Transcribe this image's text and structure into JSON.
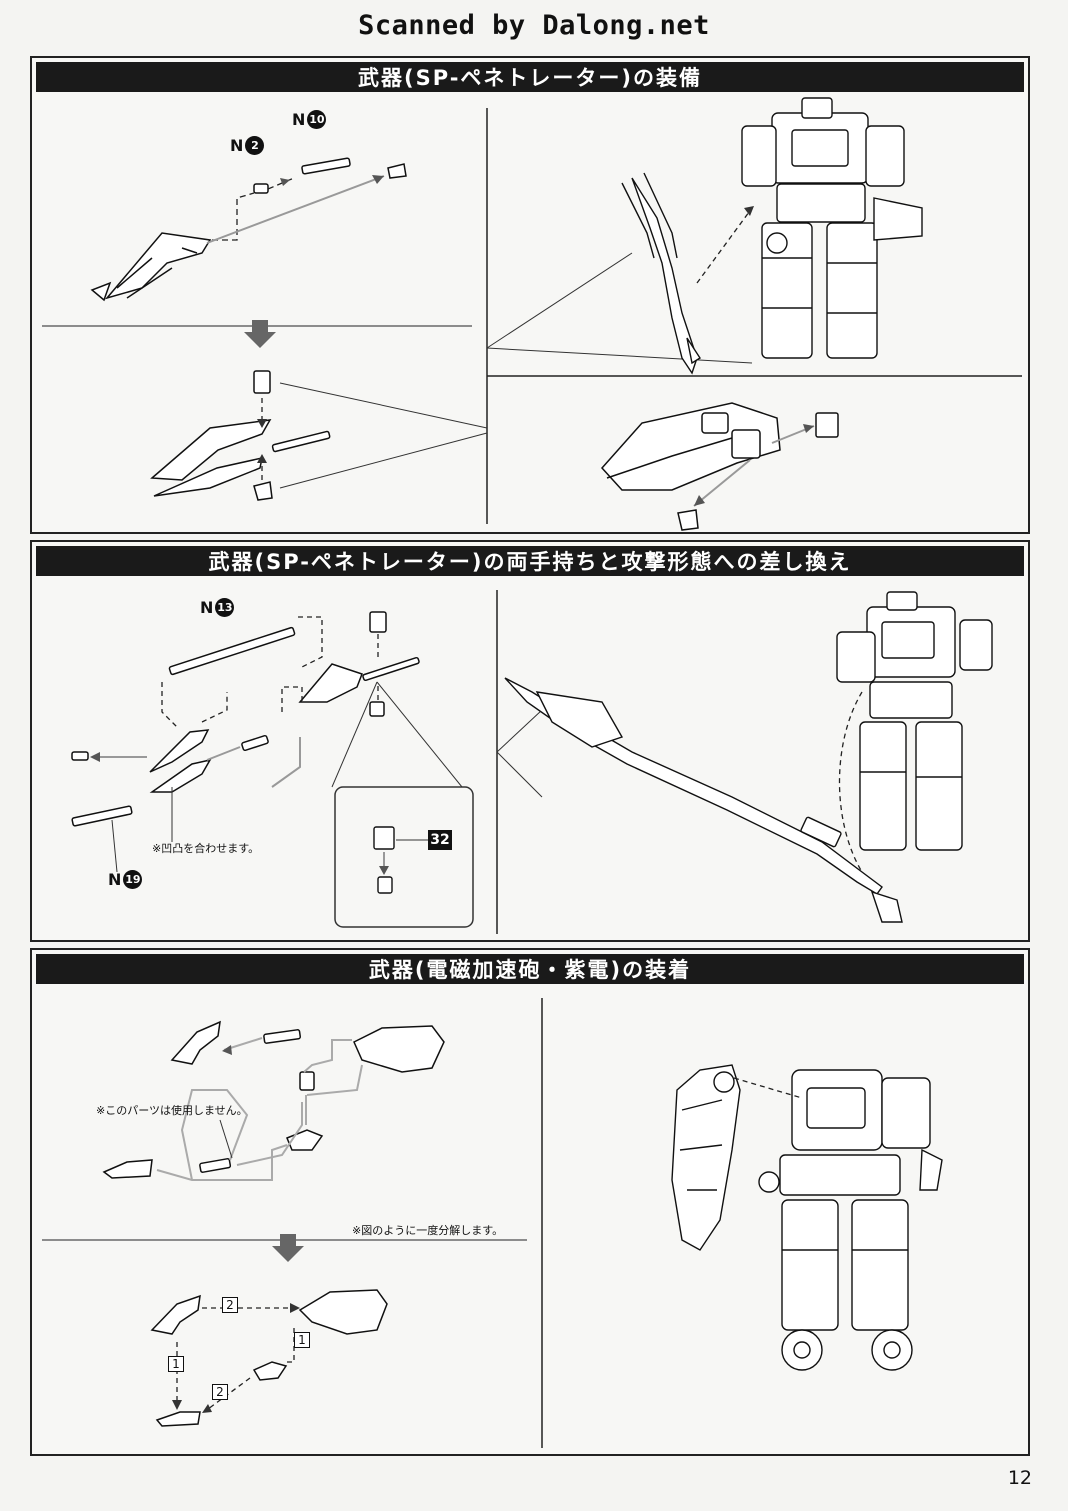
{
  "header": {
    "scan_credit": "Scanned by Dalong.net"
  },
  "sections": [
    {
      "title": "武器(SP-ペネトレーター)の装備",
      "parts": [
        "N",
        "2",
        "N",
        "10"
      ]
    },
    {
      "title": "武器(SP-ペネトレーター)の両手持ちと攻撃形態への差し換え",
      "parts": [
        "N",
        "13",
        "N",
        "19"
      ],
      "note_align": "※凹凸を合わせます。",
      "part_number": "32"
    },
    {
      "title": "武器(電磁加速砲・紫電)の装着",
      "note_unused": "※このパーツは使用しません。",
      "note_disassemble": "※図のように一度分解します。",
      "steps": [
        "2",
        "1",
        "1",
        "2"
      ]
    }
  ],
  "footer": {
    "page_number": "12"
  }
}
